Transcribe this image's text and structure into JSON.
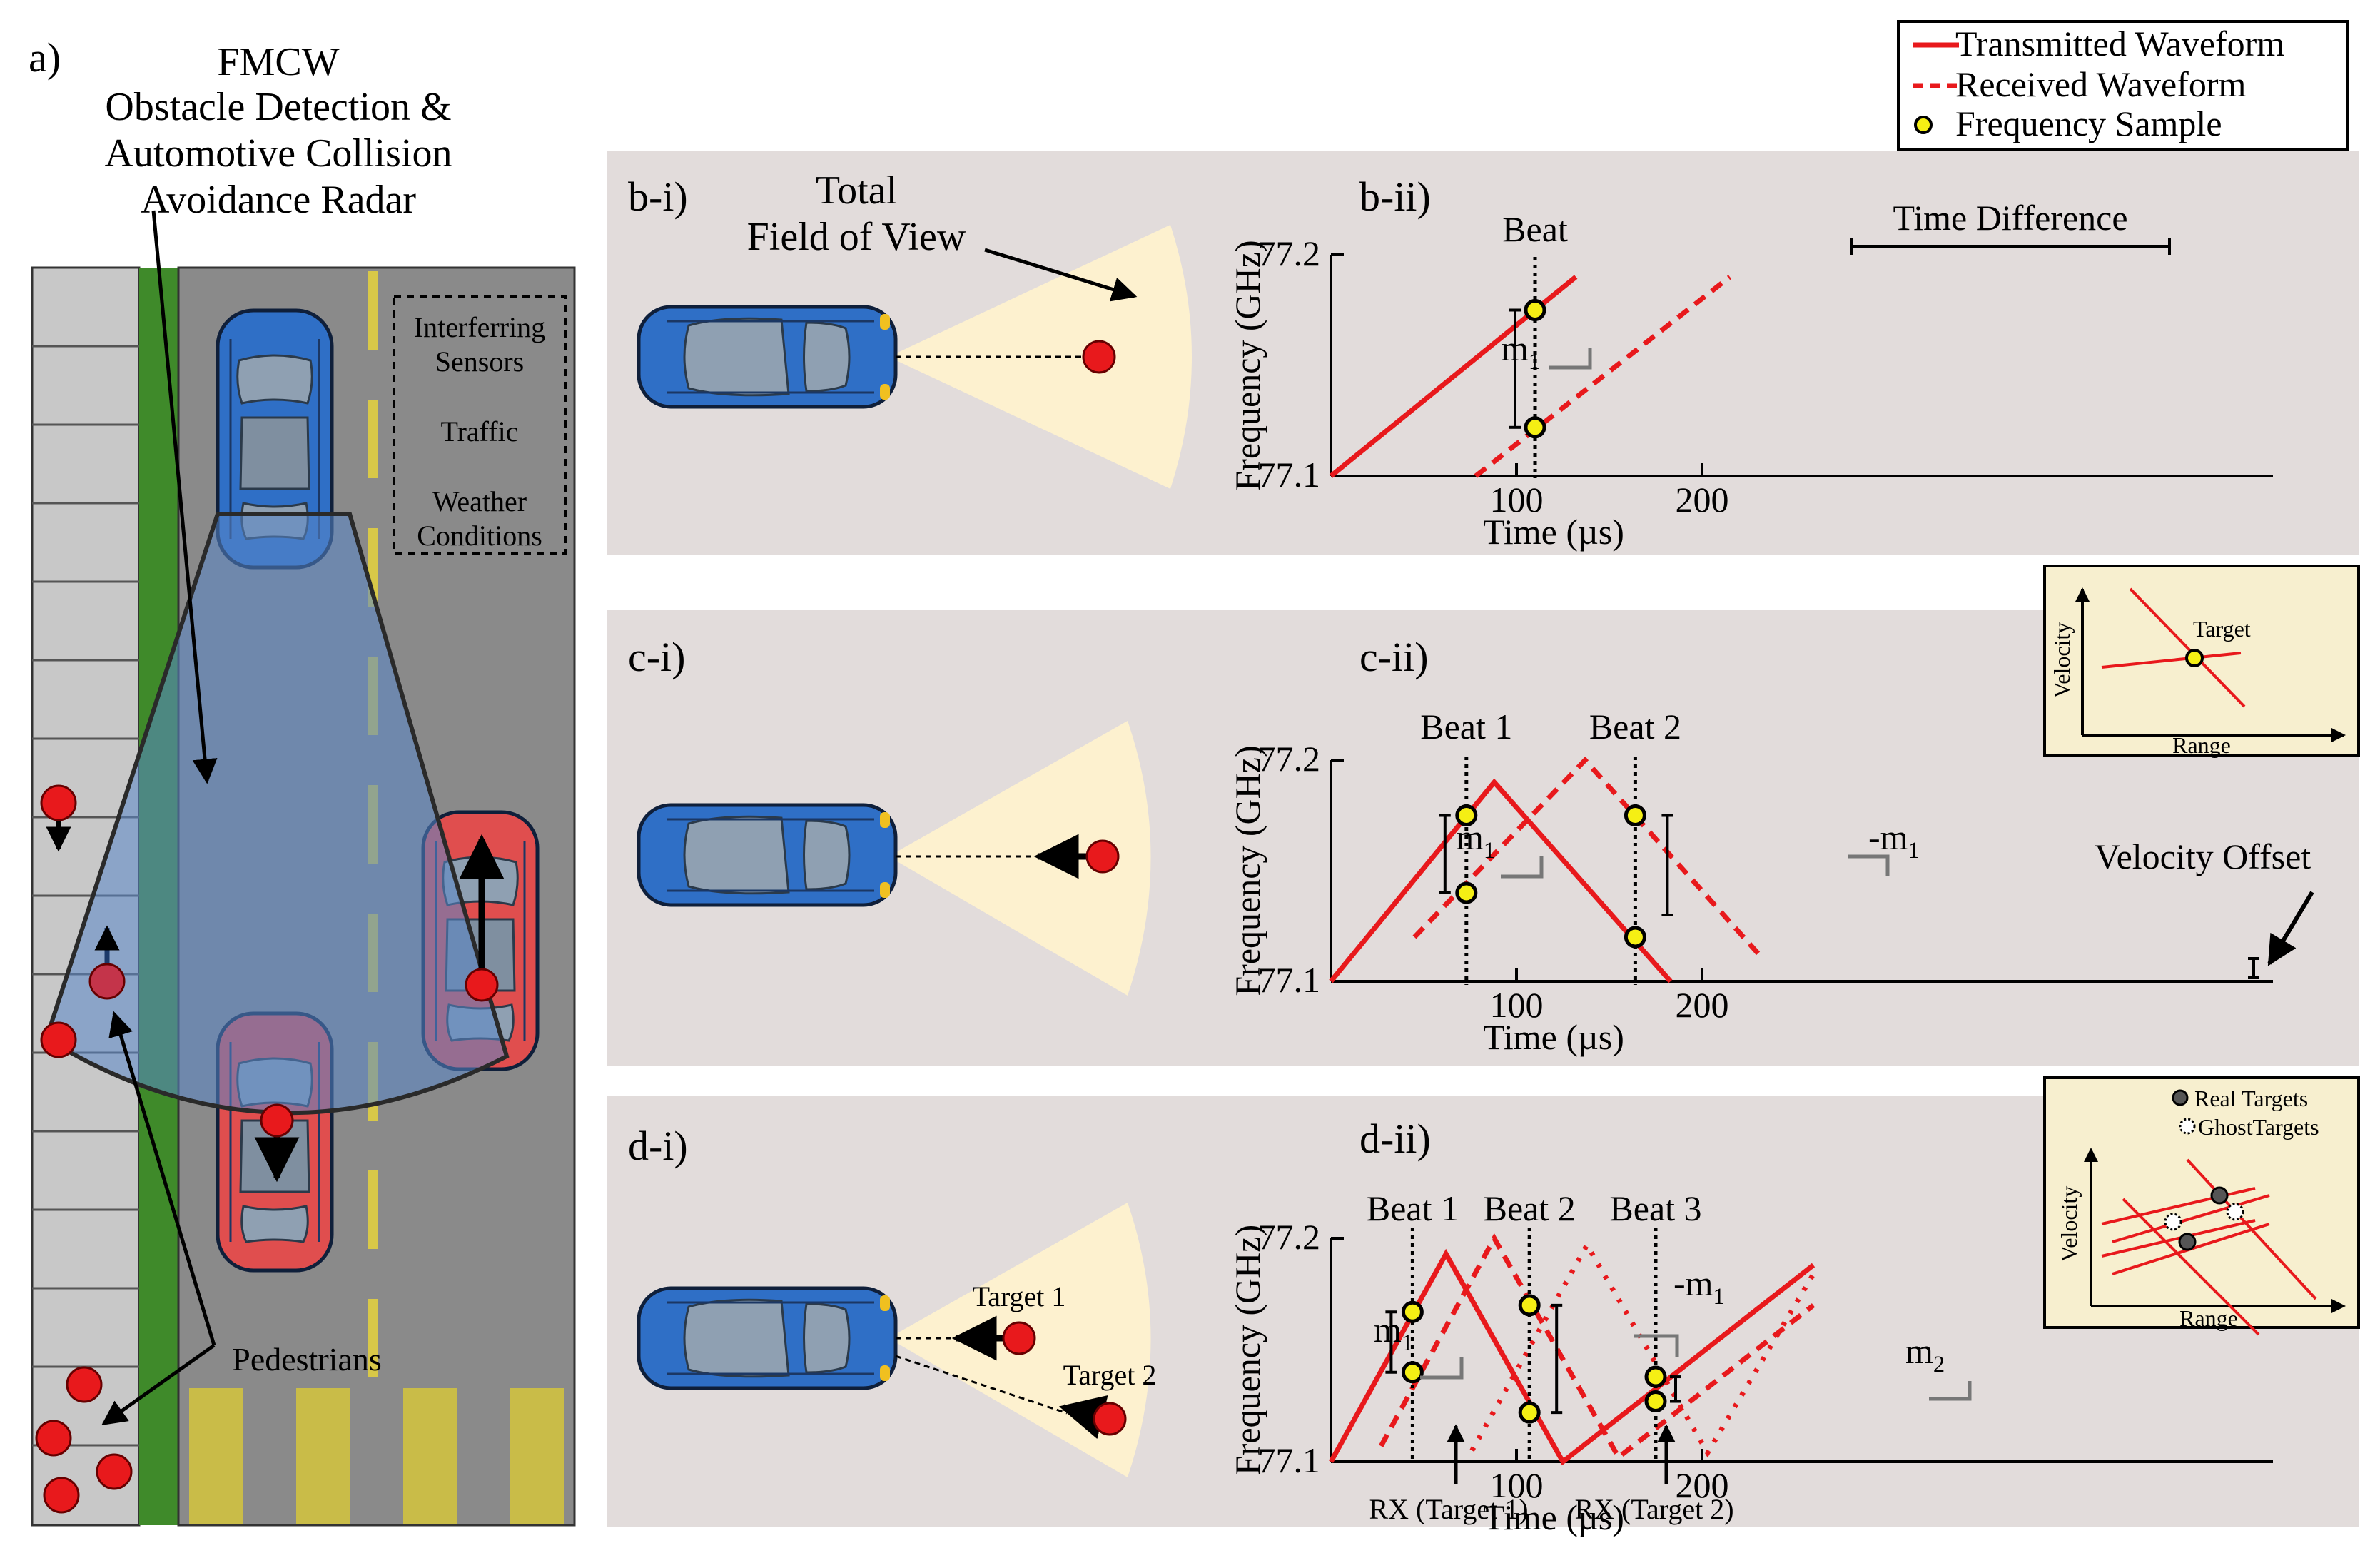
{
  "panel_a": {
    "label": "a)",
    "title_lines": [
      "FMCW",
      "Obstacle Detection &",
      "Automotive Collision",
      "Avoidance Radar"
    ],
    "box_lines": [
      "Interferring",
      "Sensors",
      "Traffic",
      "Weather",
      "Conditions"
    ],
    "pedestrians_label": "Pedestrians"
  },
  "legend": {
    "transmitted": "Transmitted Waveform",
    "received": "Received Waveform",
    "sample": "Frequency Sample"
  },
  "panel_b": {
    "label_i": "b-i)",
    "fov_lines": [
      "Total",
      "Field of View"
    ],
    "label_ii": "b-ii)",
    "beat": "Beat",
    "time_difference": "Time Difference",
    "slope": "m",
    "slope_sub": "1"
  },
  "panel_c": {
    "label_i": "c-i)",
    "label_ii": "c-ii)",
    "beat1": "Beat 1",
    "beat2": "Beat 2",
    "slope_pos": "m",
    "slope_neg": "-m",
    "slope_sub": "1",
    "velocity_offset": "Velocity Offset",
    "inset_target": "Target",
    "inset_xlabel": "Range",
    "inset_ylabel": "Velocity"
  },
  "panel_d": {
    "label_i": "d-i)",
    "label_ii": "d-ii)",
    "target1": "Target 1",
    "target2": "Target 2",
    "beat1": "Beat 1",
    "beat2": "Beat 2",
    "beat3": "Beat 3",
    "slope_m1": "m",
    "slope_neg": "-m",
    "slope_m2": "m",
    "sub1": "1",
    "sub2": "2",
    "rx1": "RX (Target 1)",
    "rx2": "RX (Target 2)",
    "inset_real": "Real Targets",
    "inset_ghost": "GhostTargets",
    "inset_xlabel": "Range",
    "inset_ylabel": "Velocity"
  },
  "axes": {
    "ylabel": "Frequency (GHz)",
    "xlabel": "Time (µs)",
    "y_top": "77.2",
    "y_bottom": "77.1",
    "x_100": "100",
    "x_200": "200"
  },
  "colors": {
    "waveform": "#e8191c",
    "sample_fill": "#f5ef14",
    "panel_bg": "#e2dcdb",
    "fov": "#fdf1cf",
    "inset_bg": "#f7efcf",
    "car_blue": "#2f6fc6",
    "car_red": "#e04e4e",
    "road": "#8a8a8a",
    "grass": "#3f8a2a",
    "sidewalk": "#c8c8c8"
  }
}
